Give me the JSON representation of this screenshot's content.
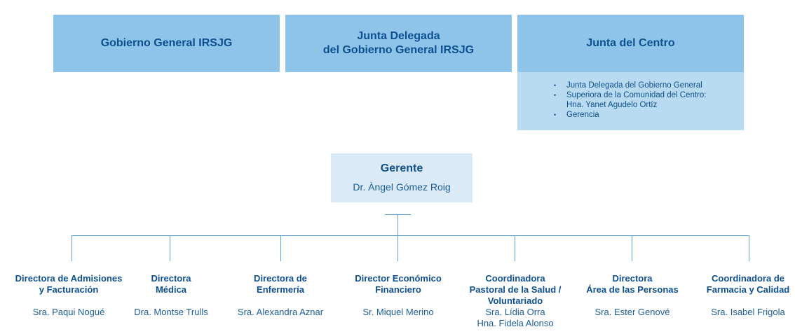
{
  "top_boxes": {
    "gobierno_general": "Gobierno General IRSJG",
    "junta_delegada": [
      "Junta Delegada",
      "del Gobierno General IRSJG"
    ],
    "junta_centro": {
      "title": "Junta del Centro",
      "items": [
        "Junta Delegada del Gobierno General",
        "Superiora de la Comunidad del Centro:",
        "Hna. Yanet Agudelo Ortíz",
        "Gerencia"
      ]
    }
  },
  "gerente": {
    "title": "Gerente",
    "name": "Dr. Àngel Gómez Roig"
  },
  "departments": [
    {
      "title": [
        "Directora de Admisiones",
        "y Facturación"
      ],
      "person": [
        "Sra. Paqui Nogué"
      ]
    },
    {
      "title": [
        "Directora",
        "Médica"
      ],
      "person": [
        "Dra. Montse Trulls"
      ]
    },
    {
      "title": [
        "Directora de",
        "Enfermería"
      ],
      "person": [
        "Sra. Alexandra Aznar"
      ]
    },
    {
      "title": [
        "Director Económico",
        "Financiero"
      ],
      "person": [
        "Sr. Miquel Merino"
      ]
    },
    {
      "title": [
        "Coordinadora",
        "Pastoral de la Salud /",
        "Voluntariado"
      ],
      "person": [
        "Sra. Lídia Orra",
        "Hna. Fidela Alonso"
      ]
    },
    {
      "title": [
        "Directora",
        "Área de las Personas"
      ],
      "person": [
        "Sra. Ester Genové"
      ]
    },
    {
      "title": [
        "Coordinadora de",
        "Farmacia y Calidad"
      ],
      "person": [
        "Sra. Isabel Frigola"
      ]
    }
  ],
  "colors": {
    "top_box": "#8ec4e9",
    "list_box": "#b9dbf1",
    "gerente_box": "#dbeaf7",
    "text": "#0d4f8f",
    "connector": "#5a9fd1"
  }
}
